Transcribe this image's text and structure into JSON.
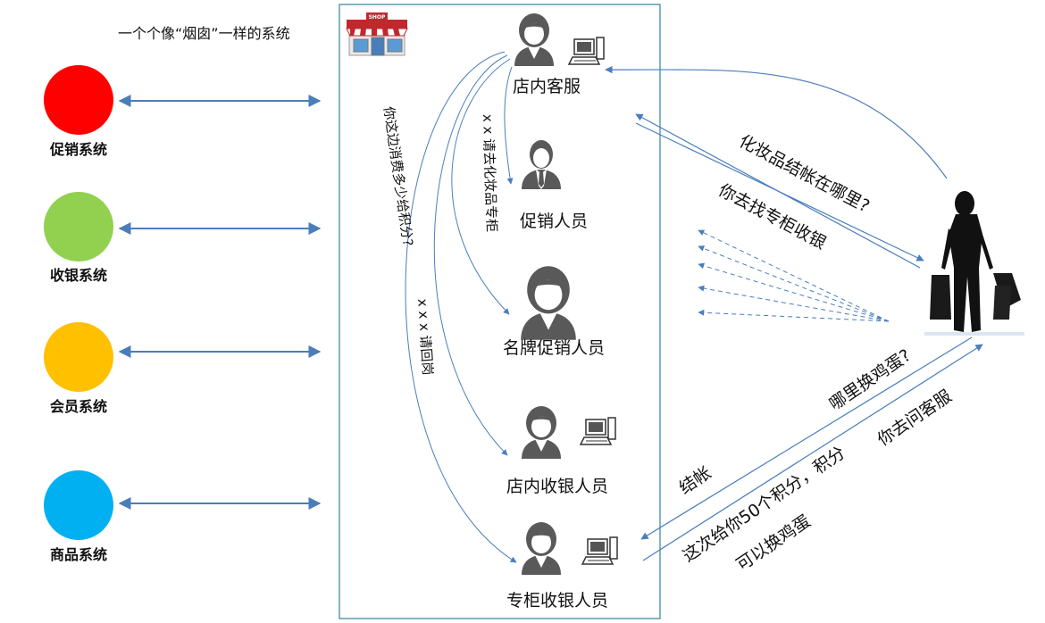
{
  "title": "一个个像“烟囱”一样的系统",
  "systems": [
    {
      "label": "促销系统",
      "color": "#ff0000"
    },
    {
      "label": "收银系统",
      "color": "#92d050"
    },
    {
      "label": "会员系统",
      "color": "#ffc000"
    },
    {
      "label": "商品系统",
      "color": "#00b0f0"
    }
  ],
  "store": {
    "shop_sign": "SHOP"
  },
  "roles": {
    "customer_service": "店内客服",
    "promoter": "促销人员",
    "brand_promoter": "名牌促销人员",
    "cashier": "店内收银人员",
    "counter_cashier": "专柜收银人员"
  },
  "messages": {
    "where_checkout": "化妆品结帐在哪里?",
    "go_counter": "你去找专柜收银",
    "where_eggs": "哪里换鸡蛋?",
    "ask_service": "你去问客服",
    "checkout": "结帐",
    "points_line1": "这次给你50个积分，积分",
    "points_line2": "可以换鸡蛋",
    "ask_points": "你这边消费多少给积分?",
    "go_counter_inner": "x x 请去化妆品专柜",
    "return_post": "x x x 请回岗"
  },
  "colors": {
    "arrow": "#4a7ebb",
    "box_border": "#31849b",
    "person": "#595959"
  }
}
